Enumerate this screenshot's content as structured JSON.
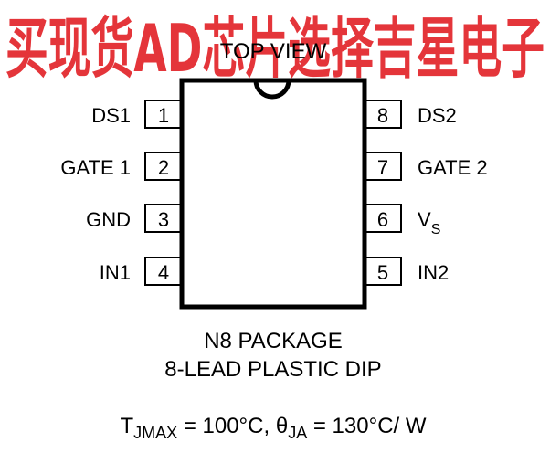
{
  "watermark": {
    "text": "买现货AD芯片选择吉星电子",
    "color": "#e0191f"
  },
  "top_view": "TOP VIEW",
  "pins_left": [
    {
      "num": "1",
      "label": "DS1"
    },
    {
      "num": "2",
      "label": "GATE 1"
    },
    {
      "num": "3",
      "label": "GND"
    },
    {
      "num": "4",
      "label": "IN1"
    }
  ],
  "pins_right": [
    {
      "num": "8",
      "label": "DS2"
    },
    {
      "num": "7",
      "label": "GATE 2"
    },
    {
      "num": "6",
      "label": "V",
      "label_sub": "S"
    },
    {
      "num": "5",
      "label": "IN2"
    }
  ],
  "package_line1": "N8 PACKAGE",
  "package_line2": "8-LEAD PLASTIC DIP",
  "thermal": {
    "t": "T",
    "t_sub": "JMAX",
    "t_value": " = 100°C, ",
    "theta": "θ",
    "theta_sub": "JA",
    "theta_value": " = 130°C/ W"
  }
}
